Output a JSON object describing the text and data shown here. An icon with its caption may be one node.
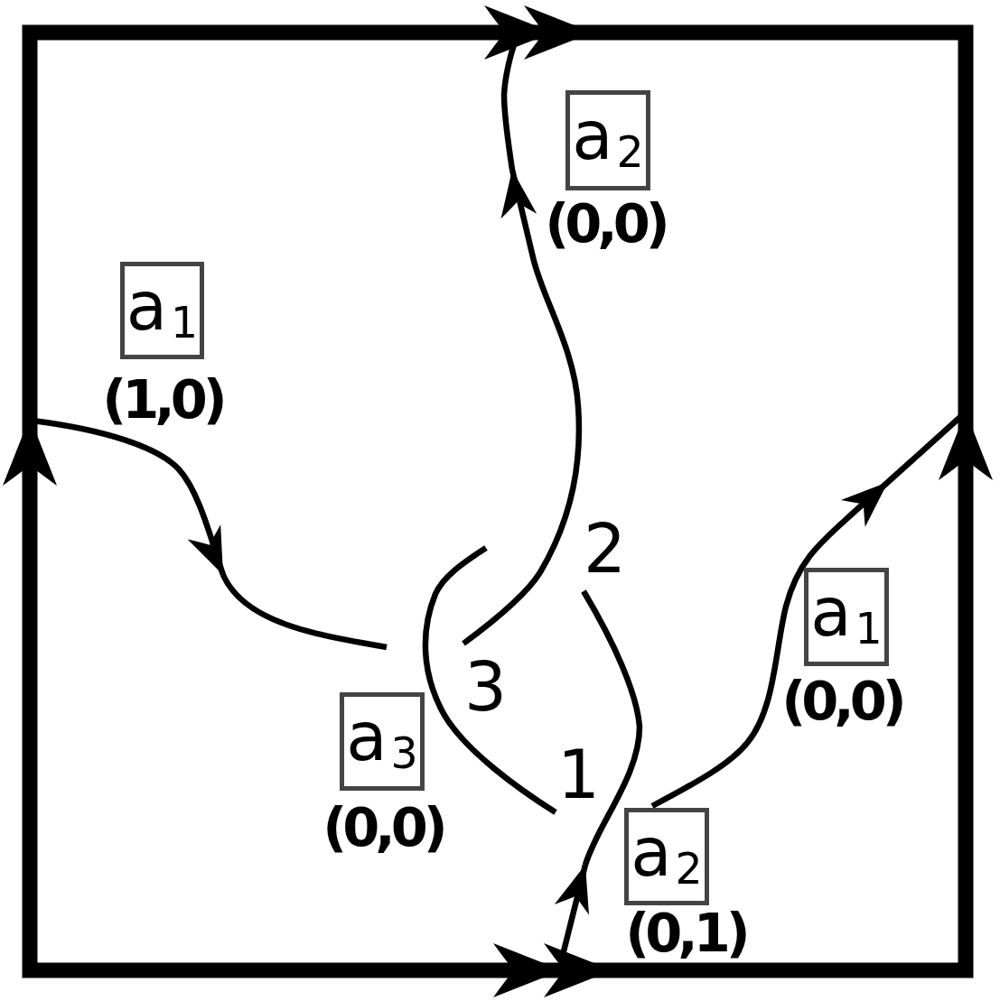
{
  "diagram": {
    "nodes": [
      {
        "text": [
          "a$_{2}$"
        ],
        "beside": [
          "(0,0)"
        ]
      },
      {
        "text": [
          "a$_{1}$"
        ],
        "beside": [
          "(1,0)"
        ]
      },
      {
        "text": [
          "a$_{1}$"
        ],
        "beside": [
          "(0,0)"
        ]
      },
      {
        "text": [
          "a$_{3}$"
        ],
        "beside": [
          "(0,0)"
        ]
      },
      {
        "text": [
          "a$_{2}$"
        ],
        "beside": [
          "(0,1)"
        ]
      }
    ],
    "labels": [
      "2",
      "3",
      "1"
    ]
  }
}
